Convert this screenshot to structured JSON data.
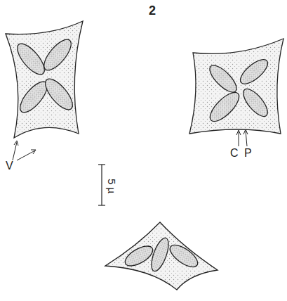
{
  "diagram": {
    "labels": [
      "2",
      "V",
      "C",
      "P",
      "5 µ"
    ]
  }
}
